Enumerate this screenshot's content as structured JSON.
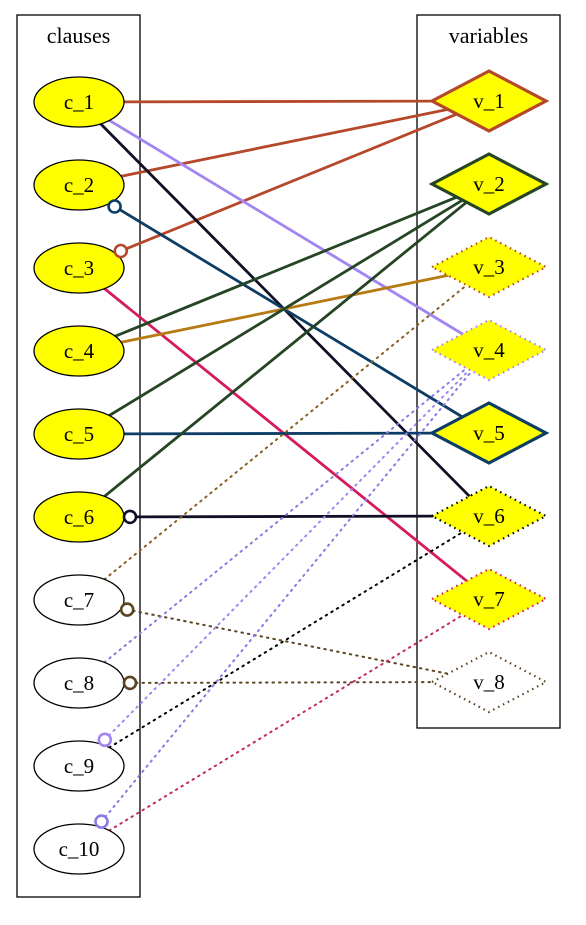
{
  "clusters": {
    "left": {
      "label": "clauses"
    },
    "right": {
      "label": "variables"
    }
  },
  "clauses": [
    {
      "id": "c1",
      "label": "c_1",
      "filled": true
    },
    {
      "id": "c2",
      "label": "c_2",
      "filled": true
    },
    {
      "id": "c3",
      "label": "c_3",
      "filled": true
    },
    {
      "id": "c4",
      "label": "c_4",
      "filled": true
    },
    {
      "id": "c5",
      "label": "c_5",
      "filled": true
    },
    {
      "id": "c6",
      "label": "c_6",
      "filled": true
    },
    {
      "id": "c7",
      "label": "c_7",
      "filled": false
    },
    {
      "id": "c8",
      "label": "c_8",
      "filled": false
    },
    {
      "id": "c9",
      "label": "c_9",
      "filled": false
    },
    {
      "id": "c10",
      "label": "c_10",
      "filled": false
    }
  ],
  "variables": [
    {
      "id": "v1",
      "label": "v_1",
      "filled": true,
      "style": "solid",
      "border": "#b5482a"
    },
    {
      "id": "v2",
      "label": "v_2",
      "filled": true,
      "style": "solid",
      "border": "#254524"
    },
    {
      "id": "v3",
      "label": "v_3",
      "filled": true,
      "style": "dotted",
      "border": "#b5482a"
    },
    {
      "id": "v4",
      "label": "v_4",
      "filled": true,
      "style": "dotted",
      "border": "#a385f2"
    },
    {
      "id": "v5",
      "label": "v_5",
      "filled": true,
      "style": "solid",
      "border": "#0d3d64"
    },
    {
      "id": "v6",
      "label": "v_6",
      "filled": true,
      "style": "dotted",
      "border": "#000000"
    },
    {
      "id": "v7",
      "label": "v_7",
      "filled": true,
      "style": "dotted",
      "border": "#d51a5e"
    },
    {
      "id": "v8",
      "label": "v_8",
      "filled": false,
      "style": "dotted",
      "border": "#5c4422"
    }
  ],
  "edges": [
    {
      "from": "c1",
      "to": "v1",
      "color": "#b5482a",
      "style": "solid",
      "negated": false
    },
    {
      "from": "c2",
      "to": "v1",
      "color": "#b5482a",
      "style": "solid",
      "negated": false
    },
    {
      "from": "c3",
      "to": "v1",
      "color": "#b5482a",
      "style": "solid",
      "negated": true
    },
    {
      "from": "c1",
      "to": "v4",
      "color": "#a385f2",
      "style": "solid",
      "negated": false
    },
    {
      "from": "c1",
      "to": "v6",
      "color": "#0f0f25",
      "style": "solid",
      "negated": false
    },
    {
      "from": "c2",
      "to": "v5",
      "color": "#0d3d64",
      "style": "solid",
      "negated": true
    },
    {
      "from": "c3",
      "to": "v7",
      "color": "#d51a5e",
      "style": "solid",
      "negated": false
    },
    {
      "from": "c4",
      "to": "v2",
      "color": "#254524",
      "style": "solid",
      "negated": false
    },
    {
      "from": "c4",
      "to": "v3",
      "color": "#b87a15",
      "style": "solid",
      "negated": false
    },
    {
      "from": "c5",
      "to": "v2",
      "color": "#254524",
      "style": "solid",
      "negated": false
    },
    {
      "from": "c5",
      "to": "v5",
      "color": "#0d3d64",
      "style": "solid",
      "negated": false
    },
    {
      "from": "c6",
      "to": "v2",
      "color": "#254524",
      "style": "solid",
      "negated": false
    },
    {
      "from": "c6",
      "to": "v6",
      "color": "#0f0f25",
      "style": "solid",
      "negated": true
    },
    {
      "from": "c7",
      "to": "v3",
      "color": "#8a5f20",
      "style": "dotted",
      "negated": false
    },
    {
      "from": "c7",
      "to": "v8",
      "color": "#5c4422",
      "style": "dotted",
      "negated": true
    },
    {
      "from": "c8",
      "to": "v4",
      "color": "#8b7ae0",
      "style": "dotted",
      "negated": false
    },
    {
      "from": "c8",
      "to": "v8",
      "color": "#5c4422",
      "style": "dotted",
      "negated": true
    },
    {
      "from": "c9",
      "to": "v6",
      "color": "#000000",
      "style": "dotted",
      "negated": false
    },
    {
      "from": "c9",
      "to": "v4",
      "color": "#a385f2",
      "style": "dotted",
      "negated": true
    },
    {
      "from": "c10",
      "to": "v4",
      "color": "#8b7ae0",
      "style": "dotted",
      "negated": true
    },
    {
      "from": "c10",
      "to": "v7",
      "color": "#c42a62",
      "style": "dotted",
      "negated": false
    }
  ],
  "colors": {
    "node_fill": "#ffff00",
    "empty_fill": "#ffffff",
    "outline": "#000000"
  }
}
